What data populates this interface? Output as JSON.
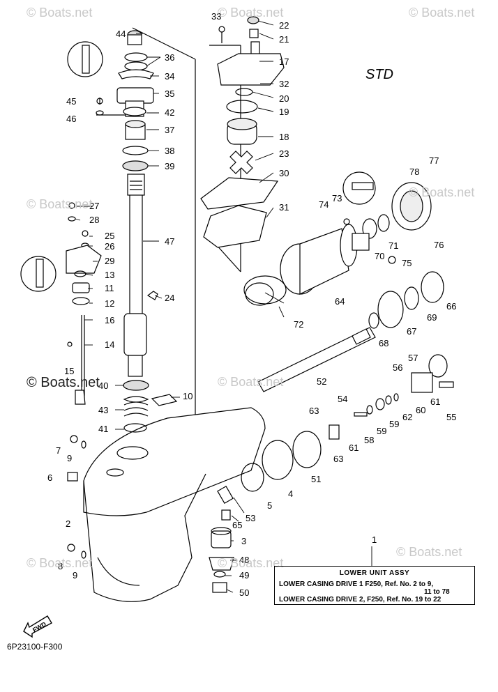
{
  "watermark": "© Boats.net",
  "std_label": "STD",
  "diagram_code": "6P23100-F300",
  "fwd_label": "FWD",
  "callouts": [
    "1",
    "2",
    "3",
    "4",
    "5",
    "6",
    "7",
    "8",
    "9",
    "9",
    "10",
    "11",
    "12",
    "13",
    "14",
    "15",
    "16",
    "17",
    "18",
    "19",
    "20",
    "21",
    "22",
    "23",
    "24",
    "25",
    "26",
    "27",
    "28",
    "29",
    "30",
    "31",
    "32",
    "33",
    "34",
    "35",
    "36",
    "37",
    "38",
    "39",
    "40",
    "41",
    "42",
    "43",
    "44",
    "45",
    "46",
    "47",
    "48",
    "49",
    "50",
    "51",
    "52",
    "53",
    "54",
    "55",
    "56",
    "57",
    "58",
    "59",
    "59",
    "60",
    "61",
    "61",
    "62",
    "63",
    "63",
    "64",
    "65",
    "66",
    "67",
    "68",
    "69",
    "70",
    "71",
    "72",
    "73",
    "74",
    "75",
    "76",
    "77",
    "78"
  ],
  "info_box": {
    "title": "LOWER UNIT ASSY",
    "row1": "LOWER CASING DRIVE 1 F250,  Ref. No. 2 to 9,",
    "row1b": "11 to 78",
    "row2": "LOWER CASING DRIVE 2, F250, Ref. No. 19 to 22"
  }
}
